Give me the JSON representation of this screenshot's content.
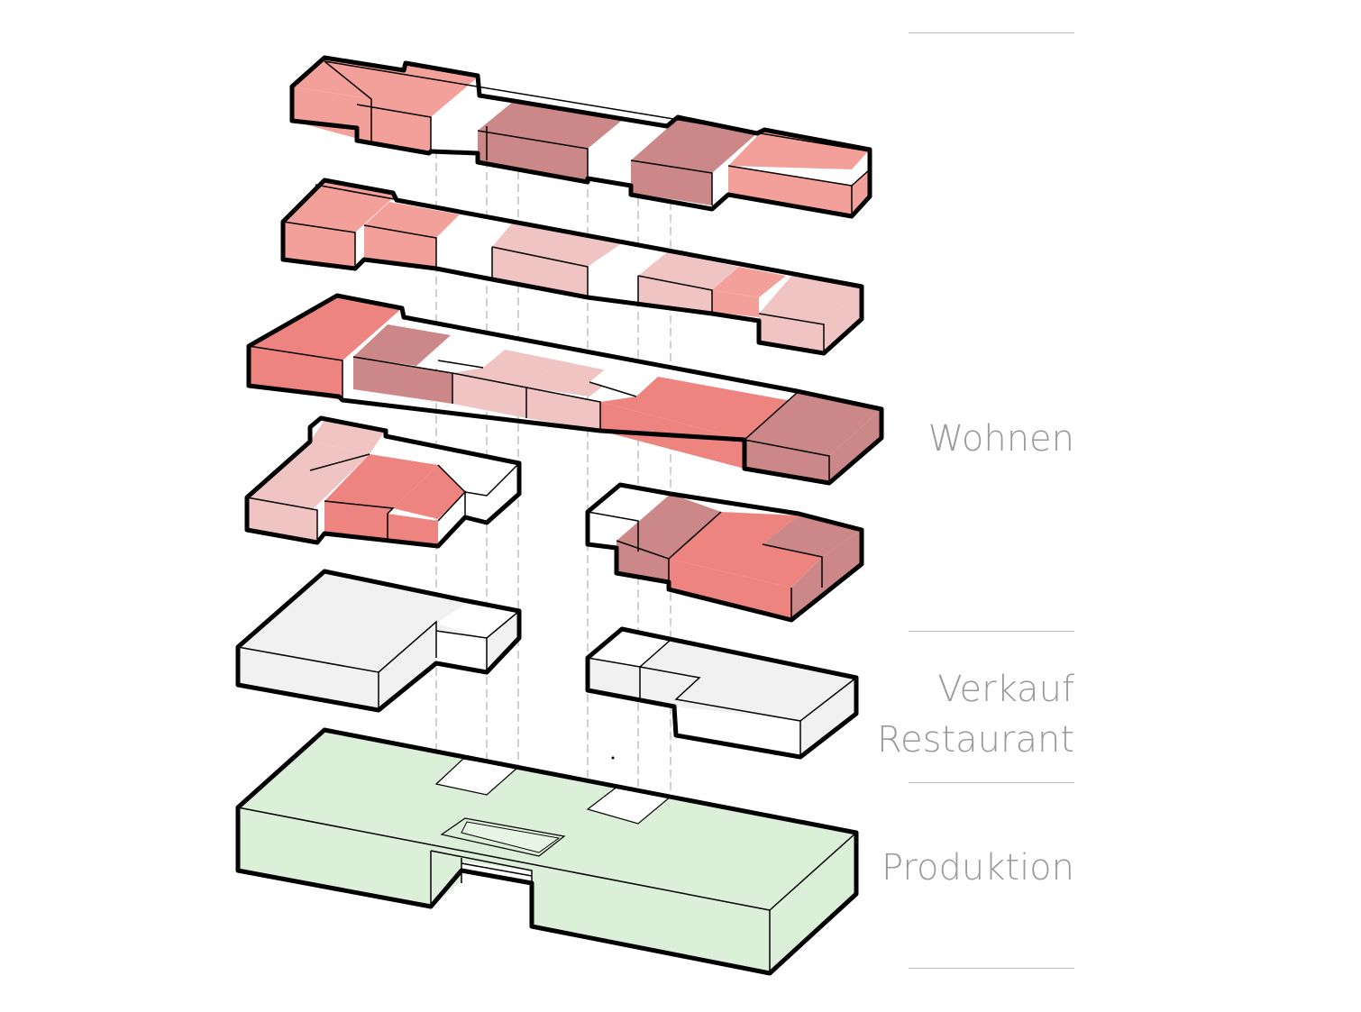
{
  "legend": {
    "wohnen": "Wohnen",
    "verkauf": "Verkauf",
    "restaurant": "Restaurant",
    "produktion": "Produktion"
  },
  "colors": {
    "pink_light": "#f4a09a",
    "pink_mid": "#ee8480",
    "mauve": "#cc8888",
    "pale_pink": "#f0c4c2",
    "commercial": "#f1f1f1",
    "production": "#dcefd8",
    "outline": "#000000",
    "label_text": "#9a9a9a",
    "divider": "#b8b8b8"
  }
}
